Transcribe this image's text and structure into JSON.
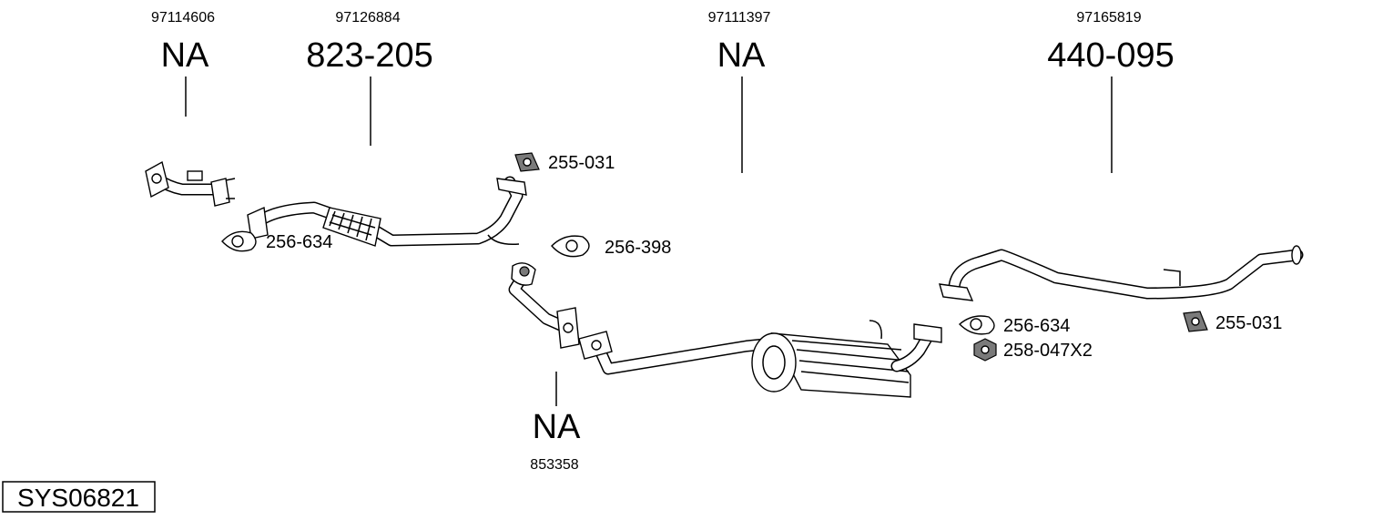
{
  "diagram_id": "SYS06821",
  "oem_numbers": {
    "front_pipe": "97114606",
    "flex_pipe": "97126884",
    "middle_silencer": "97111397",
    "rear_pipe": "97165819",
    "down_pipe": "853358"
  },
  "part_numbers": {
    "front_pipe": "NA",
    "flex_pipe": "823-205",
    "middle_silencer": "NA",
    "rear_pipe": "440-095",
    "down_pipe": "NA"
  },
  "fittings": {
    "mount_top": "255-031",
    "gasket_left": "256-634",
    "gasket_center": "256-398",
    "gasket_right": "256-634",
    "nut_right": "258-047X2",
    "mount_right": "255-031"
  }
}
